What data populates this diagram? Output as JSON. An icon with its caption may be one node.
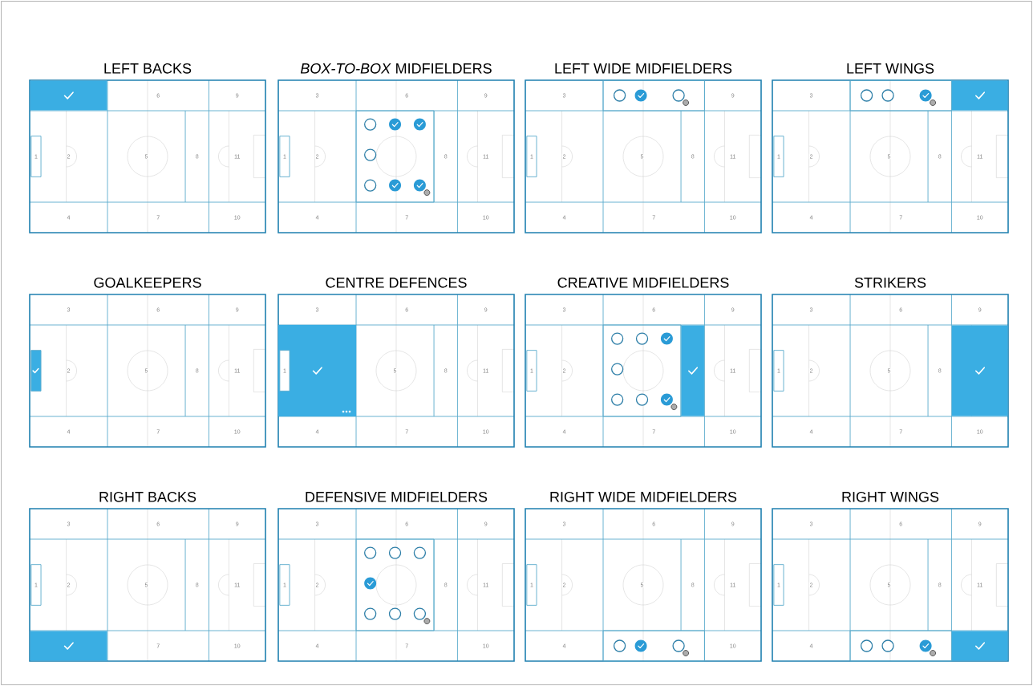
{
  "diagram": {
    "nodes": [
      {
        "text": [
          "LEFT BACKS"
        ]
      },
      {
        "text": [],
        "shape": "box",
        "in": 0
      },
      {
        "text": [
          "6"
        ],
        "in": 0
      },
      {
        "text": [
          "9"
        ],
        "in": 0
      },
      {
        "text": [
          "2"
        ],
        "in": 0
      },
      {
        "text": [
          "1"
        ],
        "in": 0
      },
      {
        "text": [
          "5"
        ],
        "in": 0
      },
      {
        "text": [
          "8"
        ],
        "in": 0
      },
      {
        "text": [
          "11"
        ],
        "in": 0
      },
      {
        "text": [
          "4"
        ],
        "in": 0
      },
      {
        "text": [
          "7"
        ],
        "in": 0
      },
      {
        "text": [
          "10"
        ],
        "in": 0
      },
      {
        "text": [
          "*BOX-TO-BOX* MIDFIELDERS"
        ]
      },
      {
        "text": [
          "3"
        ],
        "in": 12
      },
      {
        "text": [
          "6"
        ],
        "in": 12
      },
      {
        "text": [
          "9"
        ],
        "in": 12
      },
      {
        "text": [
          "2"
        ],
        "in": 12
      },
      {
        "text": [
          "1"
        ],
        "in": 12
      },
      {
        "text": [],
        "shape": "box",
        "in": 12
      },
      {
        "text": [
          "8"
        ],
        "in": 12
      },
      {
        "text": [
          "11"
        ],
        "in": 12
      },
      {
        "text": [
          "4"
        ],
        "in": 12
      },
      {
        "text": [
          "7"
        ],
        "in": 12
      },
      {
        "text": [
          "10"
        ],
        "in": 12
      },
      {
        "text": [
          "LEFT WIDE MIDFIELDERS"
        ]
      },
      {
        "text": [
          "3"
        ],
        "in": 24
      },
      {
        "text": [],
        "shape": "box",
        "in": 24
      },
      {
        "text": [
          "9"
        ],
        "in": 24
      },
      {
        "text": [
          "2"
        ],
        "in": 24
      },
      {
        "text": [
          "1"
        ],
        "in": 24
      },
      {
        "text": [
          "5"
        ],
        "in": 24
      },
      {
        "text": [
          "8"
        ],
        "in": 24
      },
      {
        "text": [
          "11"
        ],
        "in": 24
      },
      {
        "text": [
          "4"
        ],
        "in": 24
      },
      {
        "text": [
          "7"
        ],
        "in": 24
      },
      {
        "text": [
          "10"
        ],
        "in": 24
      },
      {
        "text": [
          "LEFT WINGS"
        ]
      },
      {
        "text": [
          "3"
        ],
        "in": 36
      },
      {
        "text": [],
        "shape": "box",
        "in": 36
      },
      {
        "text": [],
        "shape": "box",
        "in": 36
      },
      {
        "text": [
          "2"
        ],
        "in": 36
      },
      {
        "text": [
          "1"
        ],
        "in": 36
      },
      {
        "text": [
          "5"
        ],
        "in": 36
      },
      {
        "text": [
          "8"
        ],
        "in": 36
      },
      {
        "text": [
          "11"
        ],
        "in": 36
      },
      {
        "text": [
          "4"
        ],
        "in": 36
      },
      {
        "text": [
          "7"
        ],
        "in": 36
      },
      {
        "text": [
          "10"
        ],
        "in": 36
      },
      {
        "text": [
          "GOALKEEPERS"
        ]
      },
      {
        "text": [
          "3"
        ],
        "in": 48
      },
      {
        "text": [
          "6"
        ],
        "in": 48
      },
      {
        "text": [
          "9"
        ],
        "in": 48
      },
      {
        "text": [
          "2"
        ],
        "in": 48
      },
      {
        "text": [],
        "shape": "box",
        "in": 48
      },
      {
        "text": [
          "5"
        ],
        "in": 48
      },
      {
        "text": [
          "8"
        ],
        "in": 48
      },
      {
        "text": [
          "11"
        ],
        "in": 48
      },
      {
        "text": [
          "4"
        ],
        "in": 48
      },
      {
        "text": [
          "7"
        ],
        "in": 48
      },
      {
        "text": [
          "10"
        ],
        "in": 48
      },
      {
        "text": [
          "CENTRE DEFENCES"
        ]
      },
      {
        "text": [
          "3"
        ],
        "in": 60
      },
      {
        "text": [
          "6"
        ],
        "in": 60
      },
      {
        "text": [
          "9"
        ],
        "in": 60
      },
      {
        "text": [],
        "shape": "box",
        "in": 60
      },
      {
        "text": [
          "1"
        ],
        "in": 64
      },
      {
        "text": [
          "5"
        ],
        "in": 60
      },
      {
        "text": [
          "8"
        ],
        "in": 60
      },
      {
        "text": [
          "11"
        ],
        "in": 60
      },
      {
        "text": [
          "4"
        ],
        "in": 60
      },
      {
        "text": [
          "7"
        ],
        "in": 60
      },
      {
        "text": [
          "10"
        ],
        "in": 60
      },
      {
        "text": [
          "CREATIVE MIDFIELDERS"
        ]
      },
      {
        "text": [
          "3"
        ],
        "in": 72
      },
      {
        "text": [
          "6"
        ],
        "in": 72
      },
      {
        "text": [
          "9"
        ],
        "in": 72
      },
      {
        "text": [
          "2"
        ],
        "in": 72
      },
      {
        "text": [
          "1"
        ],
        "in": 72
      },
      {
        "text": [],
        "shape": "box",
        "in": 72
      },
      {
        "text": [],
        "shape": "box",
        "in": 72
      },
      {
        "text": [
          "11"
        ],
        "in": 72
      },
      {
        "text": [
          "4"
        ],
        "in": 72
      },
      {
        "text": [
          "7"
        ],
        "in": 72
      },
      {
        "text": [
          "10"
        ],
        "in": 72
      },
      {
        "text": [
          "STRIKERS"
        ]
      },
      {
        "text": [
          "3"
        ],
        "in": 84
      },
      {
        "text": [
          "6"
        ],
        "in": 84
      },
      {
        "text": [
          "9"
        ],
        "in": 84
      },
      {
        "text": [
          "2"
        ],
        "in": 84
      },
      {
        "text": [
          "1"
        ],
        "in": 84
      },
      {
        "text": [
          "5"
        ],
        "in": 84
      },
      {
        "text": [
          "8"
        ],
        "in": 84
      },
      {
        "text": [],
        "shape": "box",
        "in": 84
      },
      {
        "text": [
          "4"
        ],
        "in": 84
      },
      {
        "text": [
          "7"
        ],
        "in": 84
      },
      {
        "text": [
          "10"
        ],
        "in": 84
      },
      {
        "text": [
          "RIGHT BACKS"
        ]
      },
      {
        "text": [
          "3"
        ],
        "in": 96
      },
      {
        "text": [
          "6"
        ],
        "in": 96
      },
      {
        "text": [
          "9"
        ],
        "in": 96
      },
      {
        "text": [
          "2"
        ],
        "in": 96
      },
      {
        "text": [
          "1"
        ],
        "in": 96
      },
      {
        "text": [
          "5"
        ],
        "in": 96
      },
      {
        "text": [
          "8"
        ],
        "in": 96
      },
      {
        "text": [
          "11"
        ],
        "in": 96
      },
      {
        "text": [],
        "shape": "box",
        "in": 96
      },
      {
        "text": [
          "7"
        ],
        "in": 96
      },
      {
        "text": [
          "10"
        ],
        "in": 96
      },
      {
        "text": [
          "DEFENSIVE MIDFIELDERS"
        ]
      },
      {
        "text": [
          "3"
        ],
        "in": 108
      },
      {
        "text": [
          "6"
        ],
        "in": 108
      },
      {
        "text": [
          "9"
        ],
        "in": 108
      },
      {
        "text": [
          "2"
        ],
        "in": 108
      },
      {
        "text": [
          "1"
        ],
        "in": 108
      },
      {
        "text": [],
        "shape": "box",
        "in": 108
      },
      {
        "text": [
          "8"
        ],
        "in": 108
      },
      {
        "text": [
          "11"
        ],
        "in": 108
      },
      {
        "text": [
          "4"
        ],
        "in": 108
      },
      {
        "text": [
          "7"
        ],
        "in": 108
      },
      {
        "text": [
          "10"
        ],
        "in": 108
      },
      {
        "text": [
          "RIGHT WIDE MIDFIELDERS"
        ]
      },
      {
        "text": [
          "3"
        ],
        "in": 120
      },
      {
        "text": [
          "6"
        ],
        "in": 120
      },
      {
        "text": [
          "9"
        ],
        "in": 120
      },
      {
        "text": [
          "2"
        ],
        "in": 120
      },
      {
        "text": [
          "1"
        ],
        "in": 120
      },
      {
        "text": [
          "5"
        ],
        "in": 120
      },
      {
        "text": [
          "8"
        ],
        "in": 120
      },
      {
        "text": [
          "11"
        ],
        "in": 120
      },
      {
        "text": [
          "4"
        ],
        "in": 120
      },
      {
        "text": [],
        "shape": "box",
        "in": 120
      },
      {
        "text": [
          "10"
        ],
        "in": 120
      },
      {
        "text": [
          "RIGHT WINGS"
        ]
      },
      {
        "text": [
          "3"
        ],
        "in": 132
      },
      {
        "text": [
          "6"
        ],
        "in": 132
      },
      {
        "text": [
          "9"
        ],
        "in": 132
      },
      {
        "text": [
          "2"
        ],
        "in": 132
      },
      {
        "text": [
          "1"
        ],
        "in": 132
      },
      {
        "text": [
          "5"
        ],
        "in": 132
      },
      {
        "text": [
          "8"
        ],
        "in": 132
      },
      {
        "text": [
          "11"
        ],
        "in": 132
      },
      {
        "text": [
          "4"
        ],
        "in": 132
      },
      {
        "text": [],
        "shape": "box",
        "in": 132
      },
      {
        "text": [],
        "shape": "box",
        "in": 132
      }
    ]
  }
}
